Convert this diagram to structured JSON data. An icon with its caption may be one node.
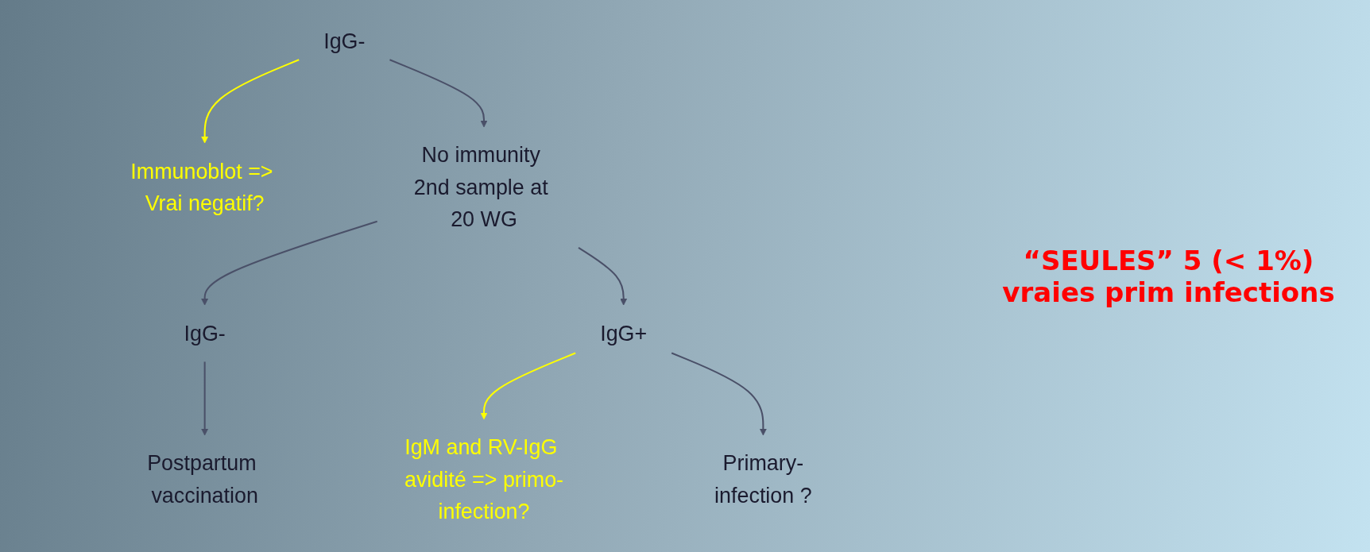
{
  "diagram": {
    "nodes": [
      {
        "text": [
          "IgG-"
        ]
      },
      {
        "text": [
          "Immunoblot => Vrai negatif?"
        ]
      },
      {
        "text": [
          "No immunity 2nd sample at 20 WG"
        ]
      },
      {
        "text": [
          "IgG-"
        ]
      },
      {
        "text": [
          "IgG+"
        ]
      },
      {
        "text": [
          "IgM and RV-IgG avidité => primo-infection?"
        ]
      },
      {
        "text": [
          "Postpartum vaccination"
        ]
      },
      {
        "text": [
          "Primary-infection ?"
        ]
      }
    ],
    "edges": [
      {
        "from": 0,
        "to": 1,
        "arrow": "to",
        "color": "#ffff00"
      },
      {
        "from": 0,
        "to": 2,
        "arrow": "to"
      },
      {
        "from": 2,
        "to": 3,
        "arrow": "to"
      },
      {
        "from": 2,
        "to": 4,
        "arrow": "to"
      },
      {
        "from": 4,
        "to": 5,
        "arrow": "to",
        "color": "#ffff00"
      },
      {
        "from": 3,
        "to": 6,
        "arrow": "to"
      },
      {
        "from": 4,
        "to": 7,
        "arrow": "to"
      }
    ],
    "labels": [
      "“SEULES” 5 (< 1%) vraies prim infections"
    ]
  }
}
